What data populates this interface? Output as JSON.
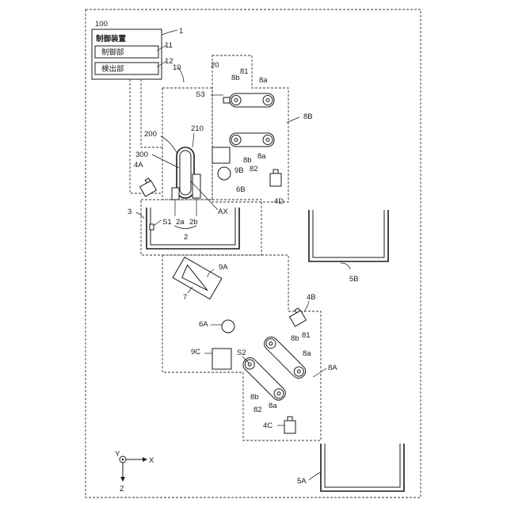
{
  "labels": {
    "system": "100",
    "controller_title": "制御装置",
    "control_unit": "制御部",
    "detection_unit": "検出部",
    "ref_1": "1",
    "ref_11": "11",
    "ref_12": "12",
    "ref_10": "10",
    "ref_20": "20",
    "ref_8b_top": "8b",
    "ref_81_top": "81",
    "ref_8a_top": "8a",
    "ref_S3": "S3",
    "ref_8B": "8B",
    "ref_210": "210",
    "ref_200": "200",
    "ref_300": "300",
    "ref_9B": "9B",
    "ref_8b_mid": "8b",
    "ref_8a_mid": "8a",
    "ref_82_mid": "82",
    "ref_4A": "4A",
    "ref_6B": "6B",
    "ref_4D": "4D",
    "ref_AX": "AX",
    "ref_3": "3",
    "ref_S1": "S1",
    "ref_2a": "2a",
    "ref_2b": "2b",
    "ref_2": "2",
    "ref_5B": "5B",
    "ref_9A": "9A",
    "ref_7": "7",
    "ref_4B": "4B",
    "ref_6A": "6A",
    "ref_8b_low": "8b",
    "ref_81_low": "81",
    "ref_8a_low": "8a",
    "ref_9C": "9C",
    "ref_S2": "S2",
    "ref_8A": "8A",
    "ref_8b_bot": "8b",
    "ref_82_bot": "82",
    "ref_8a_bot": "8a",
    "ref_4C": "4C",
    "ref_5A": "5A",
    "axis_y": "Y",
    "axis_x": "X",
    "axis_z": "Z"
  }
}
